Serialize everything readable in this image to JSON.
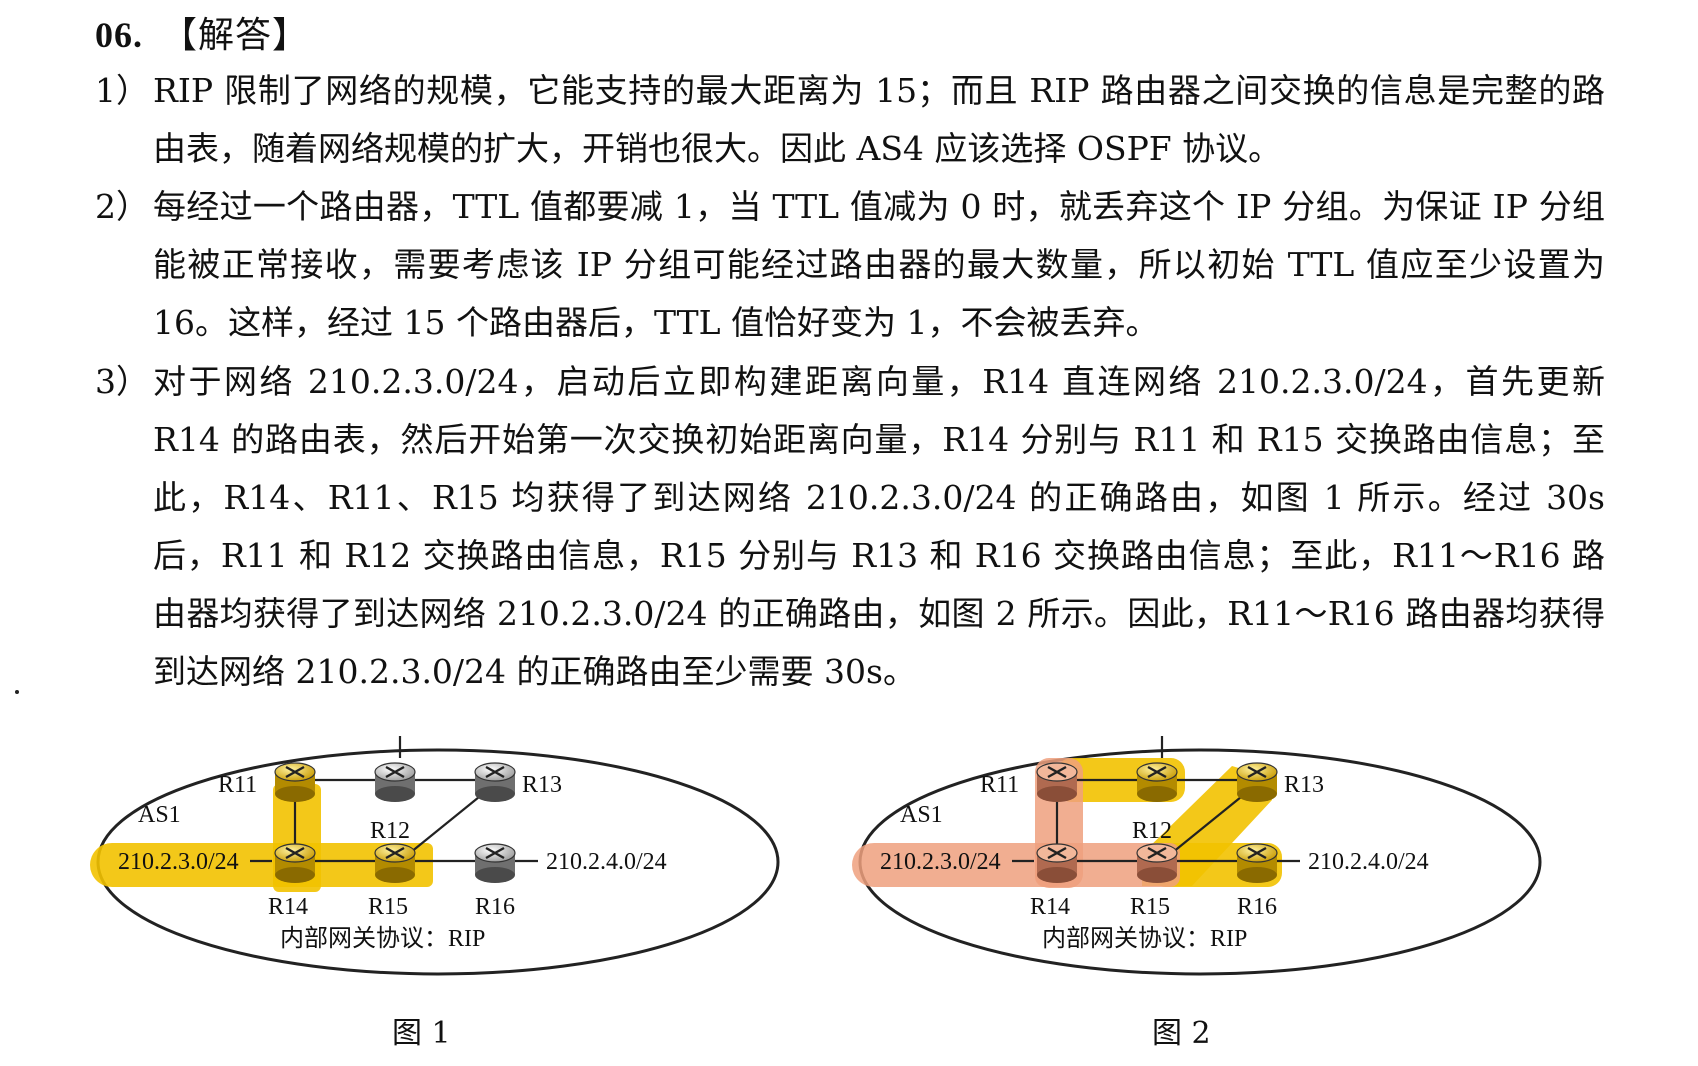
{
  "heading": {
    "number": "06.",
    "title": "【解答】"
  },
  "paragraphs": [
    {
      "num": "1）",
      "text": "RIP 限制了网络的规模，它能支持的最大距离为 15；而且 RIP 路由器之间交换的信息是完整的路由表，随着网络规模的扩大，开销也很大。因此 AS4 应该选择 OSPF 协议。"
    },
    {
      "num": "2）",
      "text": "每经过一个路由器，TTL 值都要减 1，当 TTL 值减为 0 时，就丢弃这个 IP 分组。为保证 IP 分组能被正常接收，需要考虑该 IP 分组可能经过路由器的最大数量，所以初始 TTL 值应至少设置为 16。这样，经过 15 个路由器后，TTL 值恰好变为 1，不会被丢弃。"
    },
    {
      "num": "3）",
      "text": "对于网络 210.2.3.0/24，启动后立即构建距离向量，R14 直连网络 210.2.3.0/24，首先更新 R14 的路由表，然后开始第一次交换初始距离向量，R14 分别与 R11 和 R15 交换路由信息；至此，R14、R11、R15 均获得了到达网络 210.2.3.0/24 的正确路由，如图 1 所示。经过 30s 后，R11 和 R12 交换路由信息，R15 分别与 R13 和 R16 交换路由信息；至此，R11～R16 路由器均获得了到达网络 210.2.3.0/24 的正确路由，如图 2 所示。因此，R11～R16 路由器均获得到达网络 210.2.3.0/24 的正确路由至少需要 30s。"
    }
  ],
  "figures": [
    {
      "caption": "图 1",
      "as_label": "AS1",
      "protocol_label": "内部网关协议：RIP",
      "left_network": "210.2.3.0/24",
      "right_network": "210.2.4.0/24",
      "routers": {
        "r11": "R11",
        "r12": "R12",
        "r13": "R13",
        "r14": "R14",
        "r15": "R15",
        "r16": "R16"
      }
    },
    {
      "caption": "图 2",
      "as_label": "AS1",
      "protocol_label": "内部网关协议：RIP",
      "left_network": "210.2.3.0/24",
      "right_network": "210.2.4.0/24",
      "routers": {
        "r11": "R11",
        "r12": "R12",
        "r13": "R13",
        "r14": "R14",
        "r15": "R15",
        "r16": "R16"
      }
    }
  ],
  "colors": {
    "highlight_yellow": "#f2c200",
    "highlight_salmon": "#eea07e",
    "router_gold": "#e8b800"
  }
}
